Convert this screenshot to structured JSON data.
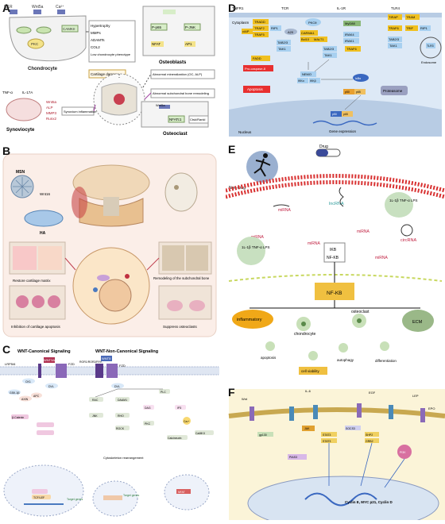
{
  "panels": {
    "a": {
      "label": "A",
      "receptors": [
        "IL1R",
        "Wnt5a",
        "Ca²⁺",
        "Wnt5a"
      ],
      "cells": {
        "chondrocyte": "Chondrocyte",
        "osteoblasts": "Osteoblasts",
        "synoviocyte": "Synoviocyte",
        "osteoclast": "Osteoclast"
      },
      "chondro_list": [
        "Hypertrophy",
        "MMPs",
        "ADAMTs",
        "COL2",
        "Low chondrocyte phenotype"
      ],
      "nodes": {
        "camkii": "CAMKII",
        "pkc": "PKC",
        "cartilage": "Cartilage damage",
        "tnf": "TNF-α",
        "il17": "IL-17A",
        "p_p65": "P-p65",
        "p_jnk": "P-JNK",
        "nfat": "NFAT",
        "ap1": "AP1",
        "nfatc1": "NFATc1",
        "ctsk": "Ctsk/Rankl"
      },
      "syno_list": [
        "Wnt5a",
        "ALP",
        "MMP3",
        "Runx2"
      ],
      "syn_inflam": "Synovium inflammation",
      "osteo_box1": "Abnormal mineralization (OC, ALP)",
      "osteo_box2": "Abnormal subchondral bone remodeling"
    },
    "b": {
      "label": "B",
      "items": {
        "msn": "MSN",
        "wnt": "Wnt16",
        "ha": "HA",
        "restore": "Restore cartilage matrix",
        "inhibit": "Inhibition of cartilage apoptosis",
        "remodel": "Remodeling of the subchondral bone",
        "suppress": "Suppress osteoclasts"
      }
    },
    "c": {
      "label": "C",
      "titles": {
        "canonical": "WNT-Canonical Signaling",
        "noncanonical": "WNT-Non-Canonical Signaling"
      },
      "canon": {
        "wnt": "WNT3A",
        "lrp": "LRP5/6",
        "fzd": "FZD",
        "dvl": "DVL",
        "ck1": "CK1",
        "gsk": "GSK-3β",
        "axin": "AXIN",
        "apc": "APC",
        "bcat": "β-Catenin",
        "tcf": "TCF/LEF",
        "target": "Target genes"
      },
      "non": {
        "wnt": "WNT5",
        "ror": "ROR1/ROR2/RYK",
        "fzd": "FZD",
        "dvl": "DVL",
        "rho": "RHO",
        "rac": "RAC",
        "daam": "DAAM1",
        "rock": "ROCK",
        "jnk": "JNK",
        "plc": "PLC",
        "dag": "DAG",
        "ip3": "IP3",
        "pkc": "PKC",
        "ca": "Ca²⁺",
        "camk": "CaMKII",
        "calcin": "Calcineurin",
        "nfat": "NFAT",
        "cyto": "Cytoskeleton rearrangement",
        "target": "Target genes"
      }
    },
    "d": {
      "label": "D",
      "receptors": [
        "TNFR1",
        "TCR",
        "IL-1R",
        "TLR4"
      ],
      "cytoplasm": "Cytoplasm",
      "nucleus": "Nucleus",
      "gene": "Gene expression",
      "endosome": "Endosome",
      "tlr3": "TLR3",
      "apoptosis": "Apoptosis",
      "proteasome": "Proteasome",
      "nodes": {
        "tradd": "TRADD",
        "traf2": "TRAF2",
        "traf5": "TRAF5",
        "rip1": "RIP1",
        "ciap": "cIAP",
        "a20": "A20",
        "fadd": "FADD",
        "procasp": "Pro-caspase-8",
        "pkc": "PKCθ",
        "card": "CARMA1",
        "bcl": "Bcl10",
        "malt": "MALT1",
        "tab": "TAB2/3",
        "tak": "TAK1",
        "myd88": "MyD88",
        "irak4": "IRAK4",
        "irak1": "IRAK1",
        "traf6": "TRAF6",
        "trif": "TRIF",
        "tram": "TRAM",
        "tirap": "TIRAP",
        "nemo": "NEMO",
        "ikka": "IKKα",
        "ikkb": "IKKβ",
        "ikb": "IκBα",
        "p50": "p50",
        "p65": "p65"
      }
    },
    "e": {
      "label": "E",
      "drug": "Drug",
      "nondrug": "Non-drug",
      "mirna": "miRNA",
      "lncrna": "lncRNA",
      "circrna": "circRNA",
      "cyto": "1L-1β TNF-α LPS",
      "ikb": "IKB",
      "nfkb_small": "NF-KB",
      "nfkb": "NF-KB",
      "outcomes": {
        "inflammatory": "inflammatory",
        "chondrocyte": "chondrocyte",
        "osteoclast": "osteoclast",
        "ecm": "ECM",
        "apoptosis": "apoptosis",
        "viability": "cell viability",
        "autophagy": "autophagy",
        "differentiation": "differentiation"
      }
    },
    "f": {
      "label": "F",
      "receptors": [
        "Wnt",
        "IL-6",
        "EGF",
        "LEP",
        "EPO"
      ],
      "nodes": {
        "jak": "JAK",
        "stat3": "STAT3",
        "socs": "SOCS3",
        "gp130": "gp130",
        "pias": "PIAS3",
        "shp": "SHP2",
        "grb": "GRB2",
        "pi3k": "PI3K"
      },
      "gene": "Cyclin E, MYC p21, Cyclin D"
    }
  }
}
